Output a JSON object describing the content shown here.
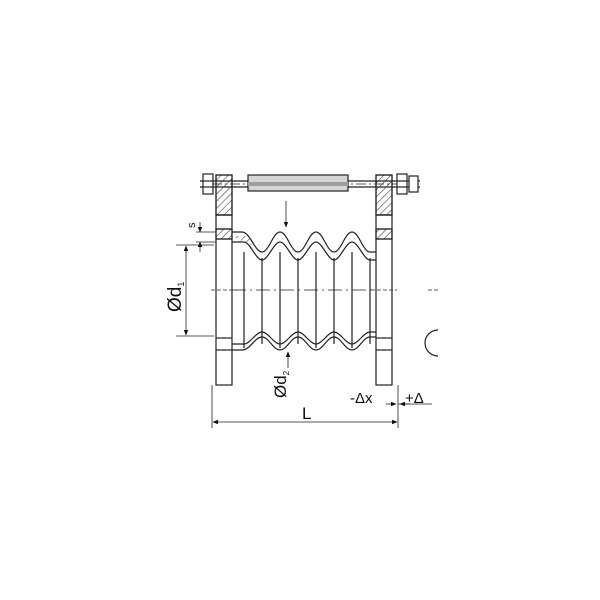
{
  "labels": {
    "s": "s",
    "d1": "Ød",
    "d1_sub": "1",
    "d2": "Ød",
    "d2_sub": "2",
    "L": "L",
    "minus_delta_x": "-Δx",
    "plus_delta": "+Δ"
  },
  "colors": {
    "line": "#222222",
    "hatch": "#444444",
    "rod_fill": "#bdbdbd",
    "background": "#ffffff"
  }
}
